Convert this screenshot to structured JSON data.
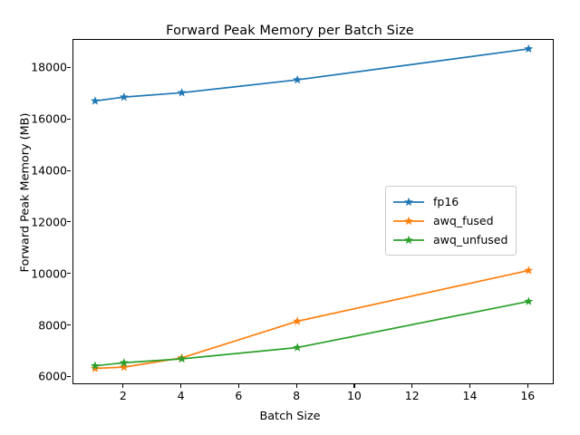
{
  "chart_data": {
    "type": "line",
    "title": "Forward Peak Memory per Batch Size",
    "xlabel": "Batch Size",
    "ylabel": "Forward Peak Memory (MB)",
    "x": [
      1,
      2,
      4,
      8,
      16
    ],
    "xlim": [
      0.25,
      16.9
    ],
    "ylim": [
      5700,
      19100
    ],
    "xticks": [
      2,
      4,
      6,
      8,
      10,
      12,
      14,
      16
    ],
    "yticks": [
      6000,
      8000,
      10000,
      12000,
      14000,
      16000,
      18000
    ],
    "grid": false,
    "legend_position": "center right",
    "marker": "star",
    "series": [
      {
        "name": "fp16",
        "color": "#1f77b4",
        "values": [
          16730,
          16880,
          17050,
          17550,
          18750
        ]
      },
      {
        "name": "awq_fused",
        "color": "#ff7f0e",
        "values": [
          6350,
          6400,
          6760,
          8180,
          10150
        ]
      },
      {
        "name": "awq_unfused",
        "color": "#2ca02c",
        "values": [
          6450,
          6570,
          6720,
          7160,
          8950
        ]
      }
    ]
  },
  "axes": {
    "ytick_labels": [
      "6000",
      "8000",
      "10000",
      "12000",
      "14000",
      "16000",
      "18000"
    ],
    "xtick_labels": [
      "2",
      "4",
      "6",
      "8",
      "10",
      "12",
      "14",
      "16"
    ]
  },
  "legend": {
    "entries": [
      {
        "label": "fp16"
      },
      {
        "label": "awq_fused"
      },
      {
        "label": "awq_unfused"
      }
    ]
  }
}
